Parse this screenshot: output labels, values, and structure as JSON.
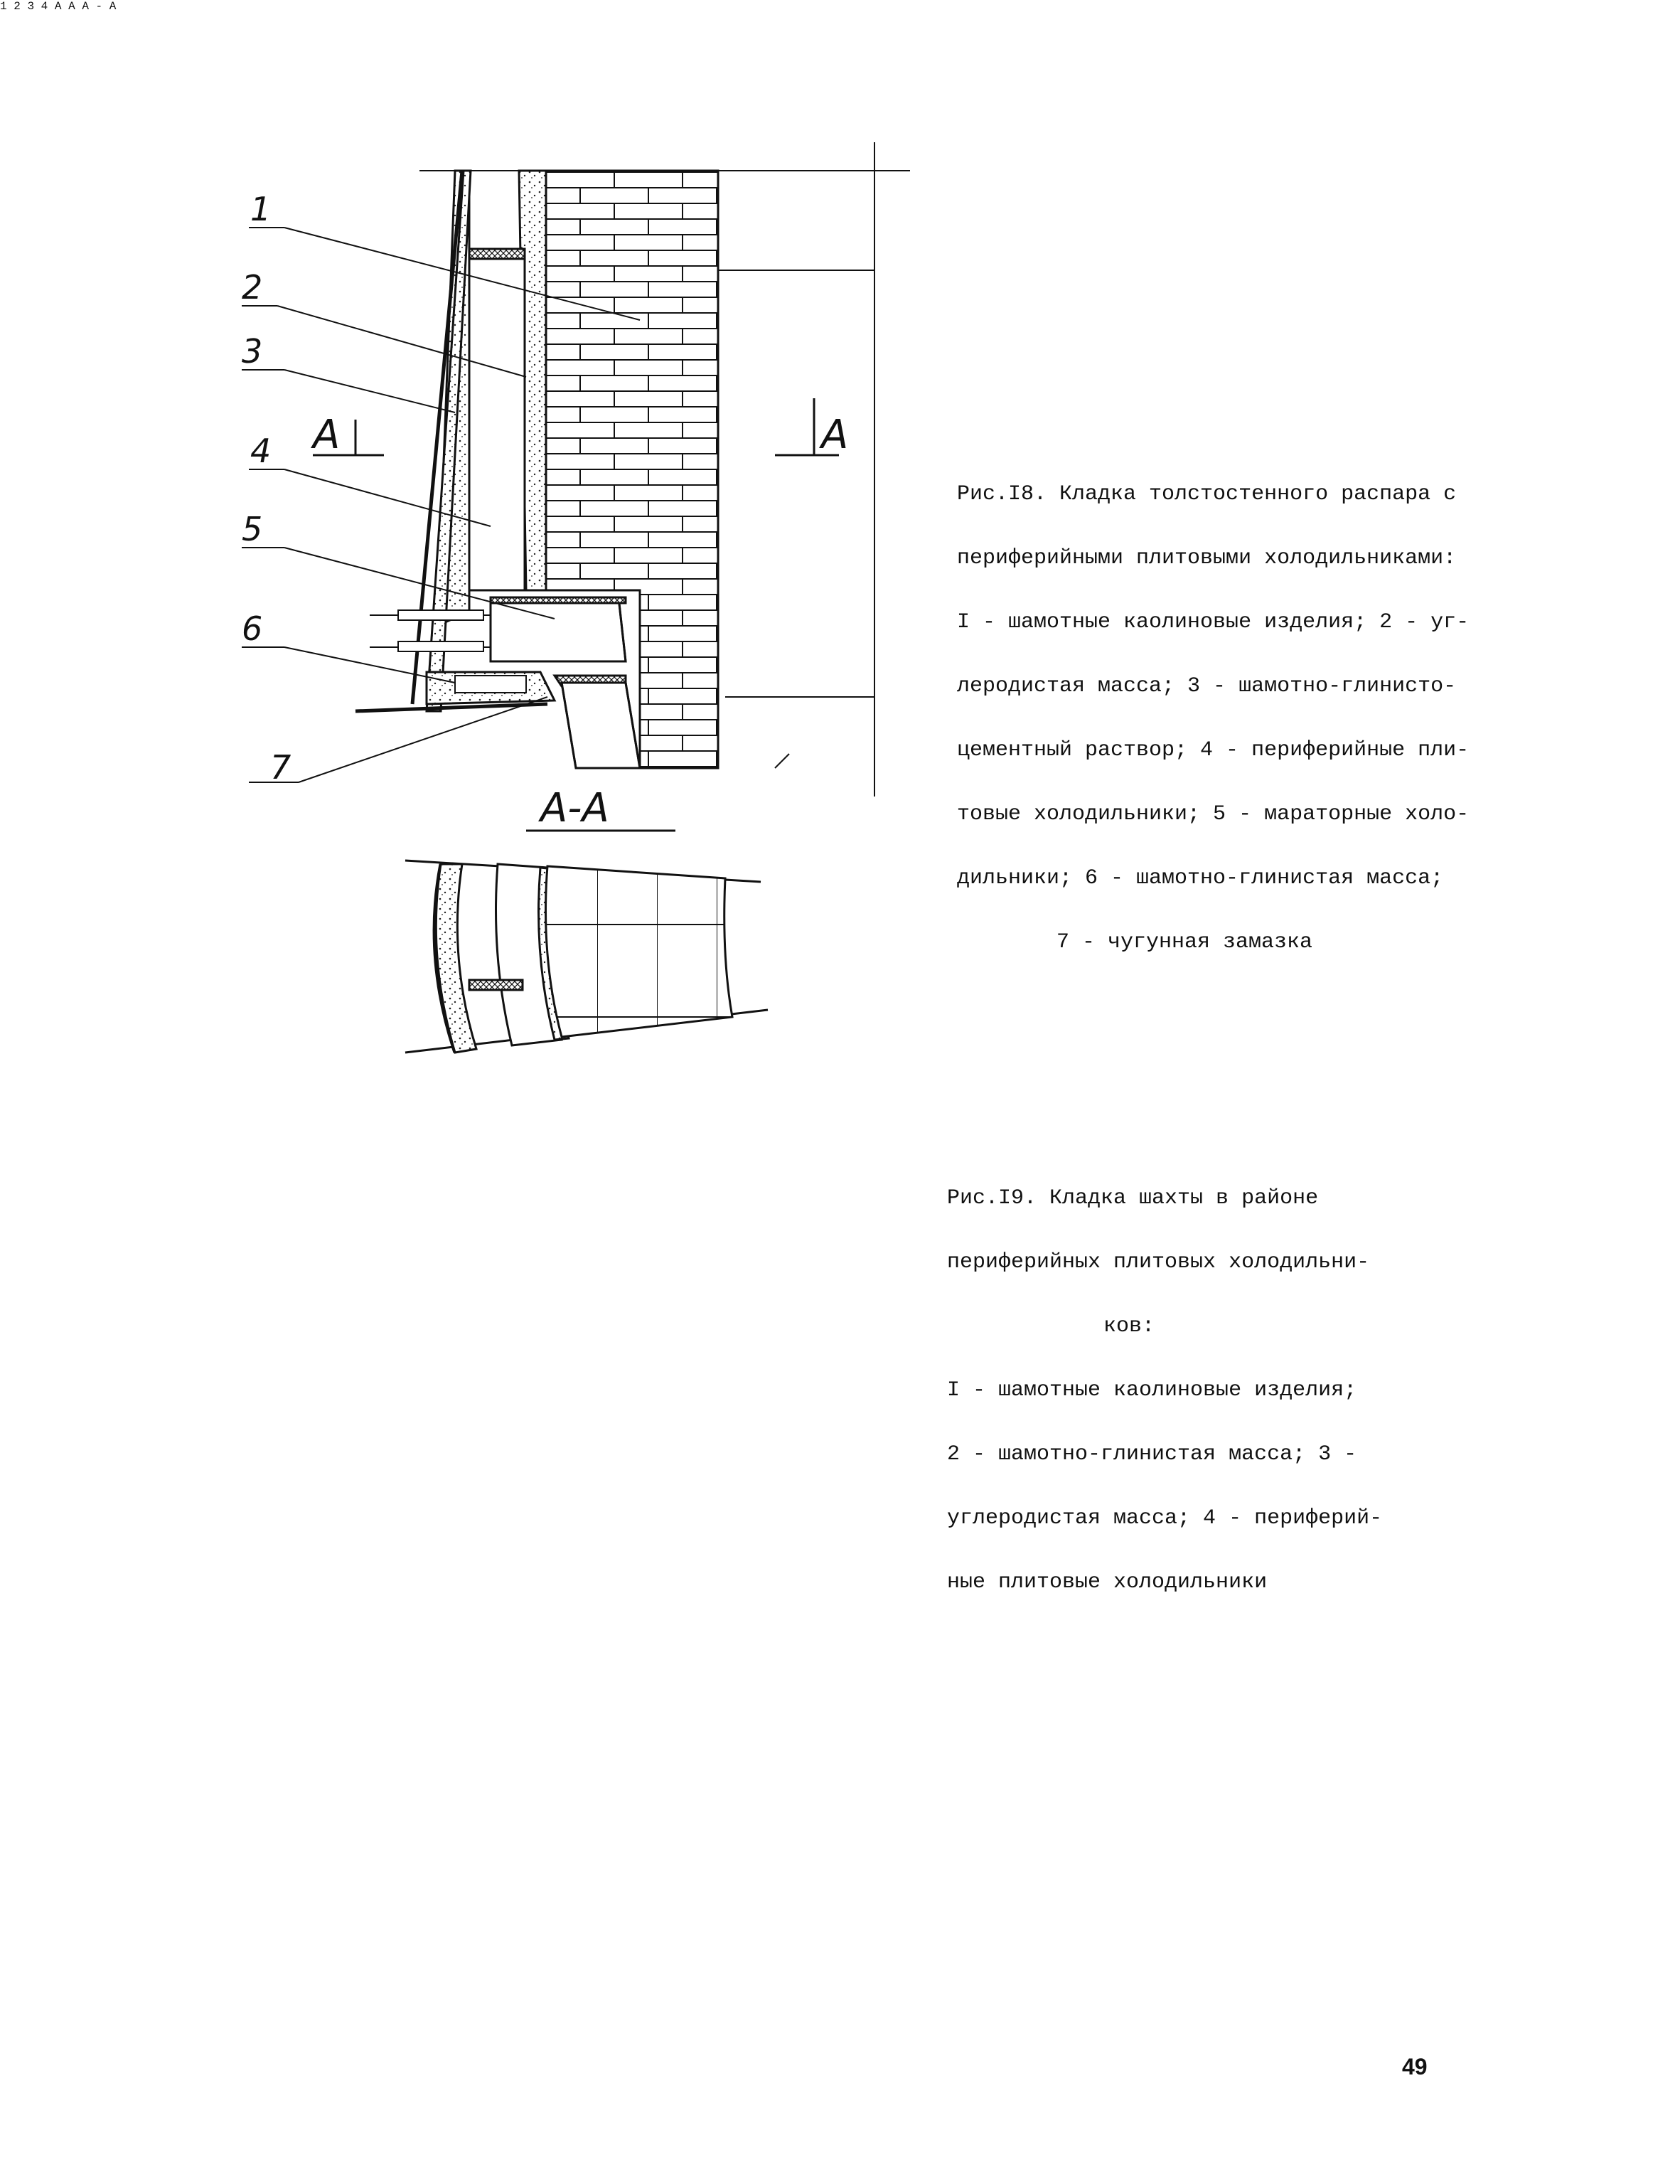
{
  "figure18": {
    "caption": [
      "Рис.I8. Кладка толстостенного распара с",
      "периферийными плитовыми холодильниками:",
      "I - шамотные каолиновые изделия; 2 - уг-",
      "леродистая масса; 3 - шамотно-глинисто-",
      "цементный раствор; 4 - периферийные пли-",
      "товые холодильники; 5 - маратoрные холо-",
      "дильники; 6 - шамотно-глинистая масса;",
      "7 - чугунная замазка"
    ],
    "callouts": [
      "1",
      "2",
      "3",
      "4",
      "5",
      "6",
      "7"
    ],
    "section_marks": [
      "A",
      "A"
    ],
    "section_title": "A-A"
  },
  "figure19": {
    "caption": [
      "Рис.I9. Кладка шахты в районе",
      "периферийных плитовых холодильни-",
      "ков:",
      "I - шамотные каолиновые изделия;",
      "2 - шамотно-глинистая масса; 3 -",
      "углеродистая масса; 4 - периферий-",
      "ные плитовые холодильники"
    ],
    "callouts": [
      "1",
      "2",
      "3",
      "4"
    ],
    "section_marks": [
      "A",
      "A"
    ],
    "section_title": "A - A"
  },
  "page_number": "49"
}
